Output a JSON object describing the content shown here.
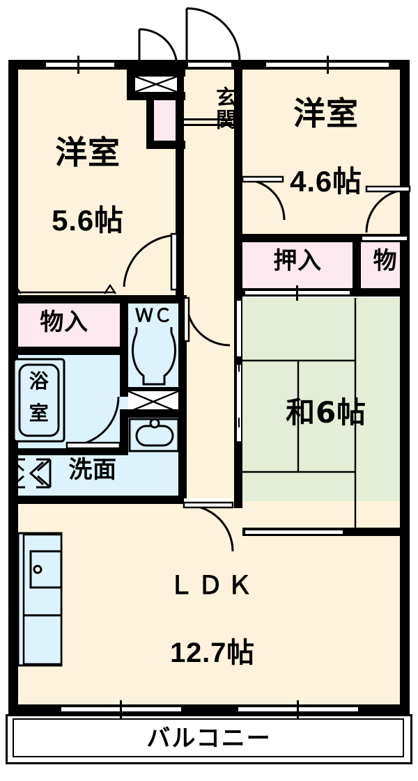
{
  "plan": {
    "title": "apartment-floor-plan",
    "colors": {
      "room_floor": "#fdf3dc",
      "tatami": "#e4edd5",
      "closet_pink": "#fde8f0",
      "water_blue": "#ddf3fc",
      "wall": "#000000",
      "background": "#ffffff"
    }
  },
  "rooms": [
    {
      "id": "youshitsu_56",
      "name": "洋室",
      "size": "5.6帖"
    },
    {
      "id": "youshitsu_46",
      "name": "洋室",
      "size": "4.6帖"
    },
    {
      "id": "washitsu_6",
      "name": "和6帖",
      "size": ""
    },
    {
      "id": "ldk",
      "name": "ＬＤＫ",
      "size": "12.7帖"
    },
    {
      "id": "genkan",
      "name": "玄関",
      "size": ""
    },
    {
      "id": "oshiire",
      "name": "押入",
      "size": ""
    },
    {
      "id": "mono_right",
      "name": "物",
      "size": ""
    },
    {
      "id": "monoire",
      "name": "物入",
      "size": ""
    },
    {
      "id": "yokushitsu",
      "name": "浴室",
      "size": ""
    },
    {
      "id": "wc",
      "name": "ＷＣ",
      "size": ""
    },
    {
      "id": "senmen",
      "name": "洗面",
      "size": ""
    },
    {
      "id": "balcony",
      "name": "バルコニー",
      "size": ""
    }
  ],
  "labels": {
    "youshitsu_left_name": "洋室",
    "youshitsu_left_size": "5.6帖",
    "youshitsu_right_name": "洋室",
    "youshitsu_right_size": "4.6帖",
    "washitsu": "和6帖",
    "ldk_name": "ＬＤＫ",
    "ldk_size": "12.7帖",
    "genkan": "玄関",
    "oshiire": "押入",
    "mono": "物",
    "monoire": "物入",
    "yokushitsu_line1": "浴",
    "yokushitsu_line2": "室",
    "wc": "ＷＣ",
    "senmen": "洗面",
    "balcony": "バルコニー"
  },
  "fixtures": [
    {
      "name": "toilet-fixture",
      "room": "wc"
    },
    {
      "name": "washbasin-fixture",
      "room": "senmen"
    },
    {
      "name": "bathtub-fixture",
      "room": "yokushitsu"
    },
    {
      "name": "washing-machine-pan",
      "room": "senmen"
    },
    {
      "name": "kitchen-counter-sink",
      "room": "ldk"
    },
    {
      "name": "shoe-box",
      "room": "genkan"
    },
    {
      "name": "tatami-mats",
      "room": "washitsu_6"
    }
  ],
  "openings": [
    {
      "name": "entrance-door",
      "type": "swing-door"
    },
    {
      "name": "genkan-inner-door",
      "type": "swing-door"
    },
    {
      "name": "youshitsu-left-door",
      "type": "swing-door"
    },
    {
      "name": "youshitsu-right-door",
      "type": "swing-door"
    },
    {
      "name": "washitsu-door",
      "type": "swing-door"
    },
    {
      "name": "ldk-hall-door",
      "type": "swing-door"
    },
    {
      "name": "wc-door",
      "type": "swing-door"
    },
    {
      "name": "bath-door",
      "type": "swing-door"
    },
    {
      "name": "top-window-left",
      "type": "window"
    },
    {
      "name": "top-window-right",
      "type": "window"
    },
    {
      "name": "balcony-window-left",
      "type": "window"
    },
    {
      "name": "balcony-window-right",
      "type": "window"
    }
  ]
}
